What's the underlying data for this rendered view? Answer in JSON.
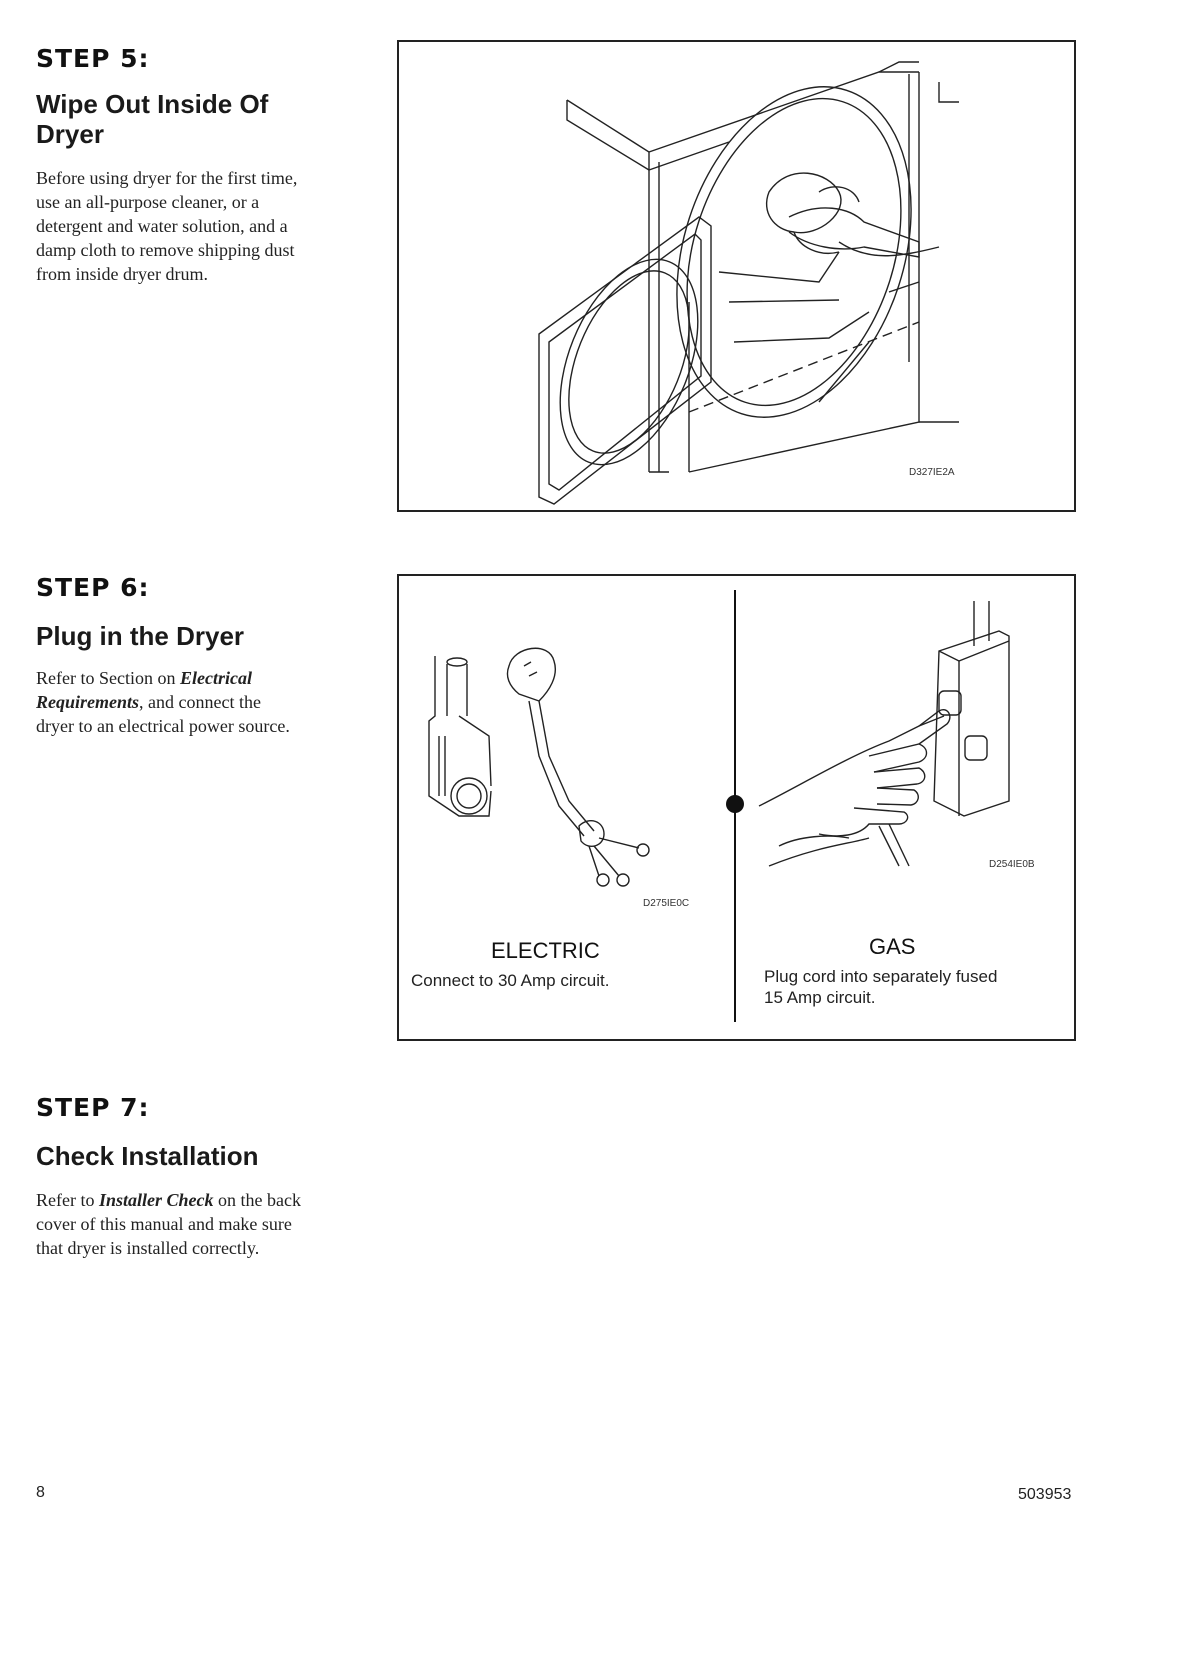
{
  "step5": {
    "label": "STEP 5:",
    "title_line1": "Wipe Out Inside Of",
    "title_line2": "Dryer",
    "body": [
      "Before using dryer for the first time,",
      "use an all-purpose cleaner, or a",
      "detergent and water solution, and a",
      "damp cloth to remove shipping dust",
      "from inside dryer drum."
    ],
    "figure_code": "D327IE2A"
  },
  "step6": {
    "label": "STEP 6:",
    "title": "Plug in the Dryer",
    "body_pre": "Refer to Section on ",
    "body_em1": "Electrical",
    "body_em2": "Requirements",
    "body_post": ", and connect the",
    "body_line3": "dryer to an electrical power source.",
    "electric": {
      "heading": "ELECTRIC",
      "text": "Connect to 30 Amp circuit.",
      "figure_code": "D275IE0C"
    },
    "gas": {
      "heading": "GAS",
      "text_line1": "Plug cord into separately fused",
      "text_line2": "15 Amp circuit.",
      "figure_code": "D254IE0B"
    }
  },
  "step7": {
    "label": "STEP 7:",
    "title": "Check Installation",
    "body_pre": "Refer to ",
    "body_em": "Installer Check",
    "body_post": " on the back",
    "body_line2": "cover of this manual and make sure",
    "body_line3": "that dryer is installed correctly."
  },
  "footer": {
    "page_number": "8",
    "doc_number": "503953"
  }
}
